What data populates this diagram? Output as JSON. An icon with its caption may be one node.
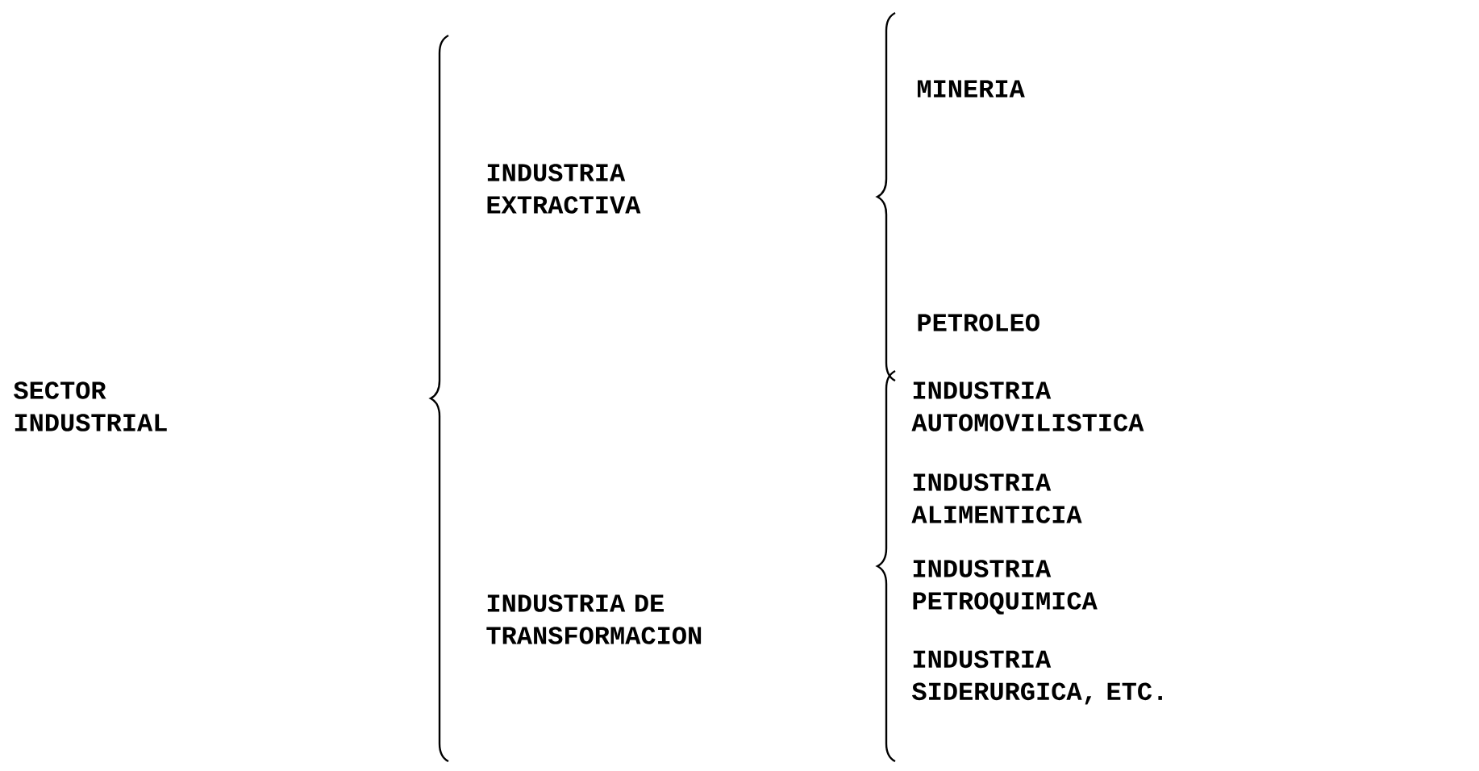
{
  "diagram": {
    "nodes": [
      {
        "text": [
          "SECTOR INDUSTRIAL"
        ]
      },
      {
        "text": [
          "INDUSTRIA EXTRACTIVA"
        ]
      },
      {
        "text": [
          "INDUSTRIA DE TRANSFORMACION"
        ]
      },
      {
        "text": [
          "MINERIA"
        ]
      },
      {
        "text": [
          "PETROLEO"
        ]
      },
      {
        "text": [
          "INDUSTRIA AUTOMOVILISTICA"
        ]
      },
      {
        "text": [
          "INDUSTRIA ALIMENTICIA"
        ]
      },
      {
        "text": [
          "INDUSTRIA PETROQUIMICA"
        ]
      },
      {
        "text": [
          "INDUSTRIA SIDERURGICA, ETC."
        ]
      }
    ]
  }
}
